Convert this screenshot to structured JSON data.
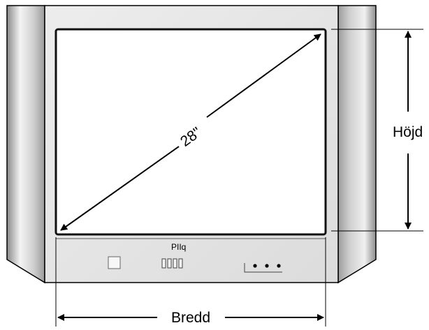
{
  "diagram": {
    "diagonal_label": "28\"",
    "height_label": "Höjd",
    "width_label": "Bredd",
    "brand_label": "PIIq",
    "colors": {
      "screen": "#ffffff",
      "screen_border": "#1a1a1a",
      "cabinet": "#e8e8e8",
      "lines": "#000000"
    }
  }
}
